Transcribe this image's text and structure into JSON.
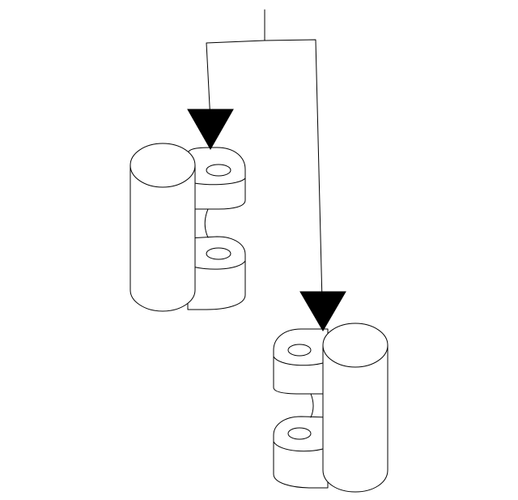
{
  "diagram": {
    "background_color": "#ffffff",
    "line_color": "#000000",
    "parts": [
      {
        "name": "upper-left-hinge",
        "cylinder_side": "left",
        "knuckles": 2
      },
      {
        "name": "lower-right-hinge",
        "cylinder_side": "right",
        "knuckles": 2
      }
    ],
    "callout_arrows": 2
  }
}
